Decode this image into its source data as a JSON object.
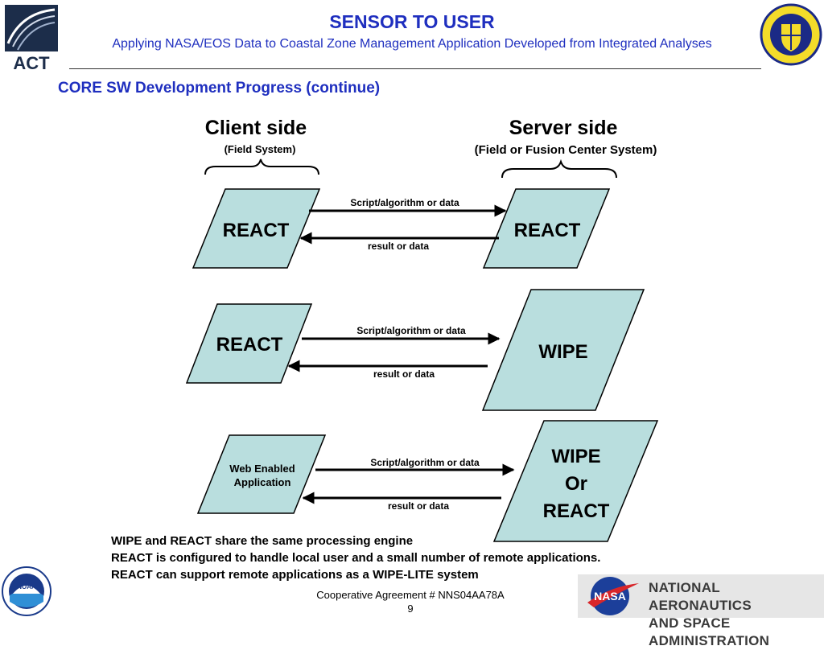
{
  "header": {
    "title": "SENSOR TO USER",
    "subtitle": "Applying NASA/EOS Data to Coastal Zone Management Application Developed from Integrated Analyses"
  },
  "logos": {
    "act": "ACT",
    "noaa": "NOAA",
    "nasa": "NASA",
    "nasa_line1": "NATIONAL AERONAUTICS",
    "nasa_line2": "AND SPACE ADMINISTRATION"
  },
  "section_title": "CORE SW Development Progress (continue)",
  "client": {
    "title": "Client side",
    "subtitle": "(Field System)"
  },
  "server": {
    "title": "Server side",
    "subtitle": "(Field or Fusion Center System)"
  },
  "rows": [
    {
      "client": [
        "REACT"
      ],
      "server": [
        "REACT"
      ],
      "request": "Script/algorithm or data",
      "response": "result or data"
    },
    {
      "client": [
        "REACT"
      ],
      "server": [
        "WIPE"
      ],
      "request": "Script/algorithm or data",
      "response": "result or data"
    },
    {
      "client": [
        "Web Enabled",
        "Application"
      ],
      "server": [
        "WIPE",
        "Or",
        "REACT"
      ],
      "request": "Script/algorithm or data",
      "response": "result or data"
    }
  ],
  "notes": [
    "WIPE and REACT share the same processing engine",
    "REACT is configured to handle local user and a small number of remote applications.",
    "REACT can support remote applications as a WIPE-LITE system"
  ],
  "footer": {
    "agreement": "Cooperative Agreement # NNS04AA78A",
    "page": "9"
  },
  "colors": {
    "box_fill": "#b9dede",
    "heading_blue": "#1f2fbf"
  }
}
